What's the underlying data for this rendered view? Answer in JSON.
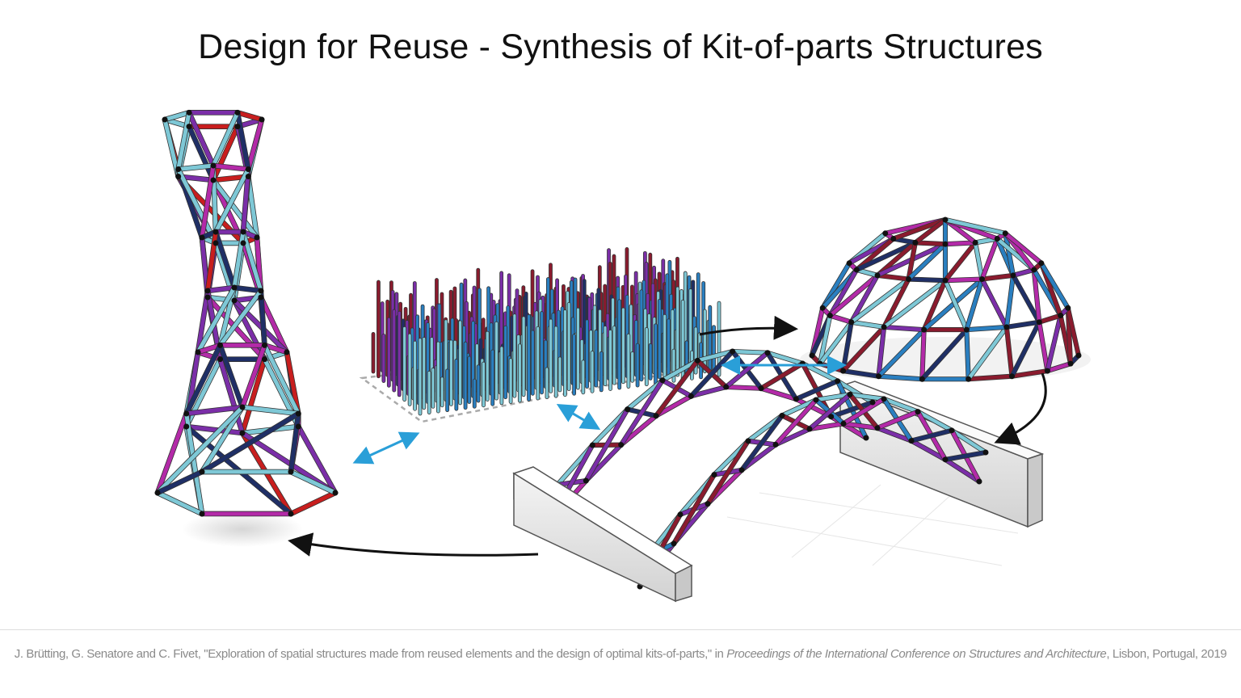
{
  "slide": {
    "title": "Design for Reuse - Synthesis of Kit-of-parts Structures"
  },
  "citation": {
    "authors": "J. Brütting, G. Senatore and C. Fivet, \"Exploration of spatial structures made from reused elements and the design of optimal kits-of-parts,\"",
    "in": " in ",
    "venue": "Proceedings of the International Conference on Structures and Architecture",
    "location_year": ", Lisbon, Portugal, 2019"
  },
  "colors": {
    "light_blue": "#7ec8d6",
    "blue": "#2a7fc0",
    "navy": "#1f2f66",
    "purple": "#7b2ea8",
    "magenta": "#b32aa8",
    "red": "#c81e1e",
    "dark_red": "#8a1b2e",
    "arrow_blue": "#2a9fd8",
    "arrow_black": "#111111"
  },
  "figure": {
    "items": [
      "tower-structure",
      "element-stock",
      "dome-structure",
      "bridge-structure"
    ]
  }
}
